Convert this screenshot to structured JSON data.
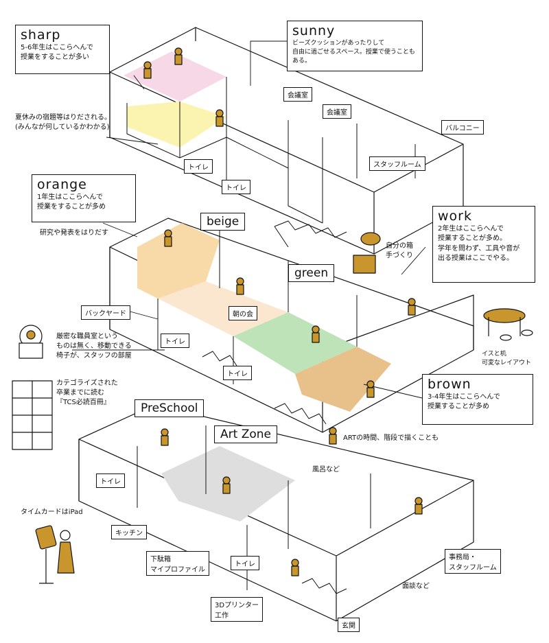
{
  "boxes": {
    "sharp": {
      "title": "sharp",
      "desc": "5-6年生はここらへんで\n授業をすることが多い"
    },
    "sunny": {
      "title": "sunny",
      "desc": "ビーズクッションがあったりして\n自由に過ごせるスペース。授業で使うこともある。"
    },
    "orange": {
      "title": "orange",
      "desc": "1年生はここらへんで\n授業をすることが多め"
    },
    "work": {
      "title": "work",
      "desc": "2年生はここらへんで\n授業することが多め。\n学年を問わず、工具や音が\n出る授業はここでやる。"
    },
    "brown": {
      "title": "brown",
      "desc": "3-4年生はここらへんで\n授業することが多め"
    }
  },
  "tags": {
    "beige": "beige",
    "green": "green",
    "preschool": "PreSchool",
    "artzone": "Art Zone",
    "kaigi1": "会議室",
    "kaigi2": "会議室",
    "balcony": "バルコニー",
    "staff": "スタッフルーム",
    "toilet1": "トイレ",
    "toilet2": "トイレ",
    "toilet3": "トイレ",
    "toilet4": "トイレ",
    "toilet5": "トイレ",
    "toilet6": "トイレ",
    "backyard": "バックヤード",
    "asakai": "朝の会",
    "kitchen": "キッチン",
    "shoebox": "下駄箱\nマイプロファイル",
    "printer": "3Dプリンター\n工作",
    "genkan": "玄関",
    "jimukyoku": "事務局・\nスタッフルーム"
  },
  "notes": {
    "summer": "夏休みの宿題等はりだされる。\n(みんなが何しているかわかる)",
    "research": "研究や発表をはりだす",
    "jibun": "自分の箱\n手づくり",
    "chairs": "厳密な職員室という\nものは無く、移動できる\n椅子が、スタッフの部屋",
    "layout": "イスと机\n可変なレイアウト",
    "books": "カテゴライズされた\n卒業までに読む\n『TCS必読百冊』",
    "art_stairs": "ARTの時間、階段で描くことも",
    "bath": "風呂など",
    "timecard": "タイムカードはiPad",
    "mendan": "面談など"
  },
  "colors": {
    "accent": "#c9962e",
    "pink": "#f7d8e6",
    "yellow": "#fbf3b0",
    "orange": "#f8d9a8",
    "beige": "#fbe7cf",
    "green": "#bfe3b8",
    "brown": "#e7c08a",
    "gray": "#dedede"
  }
}
